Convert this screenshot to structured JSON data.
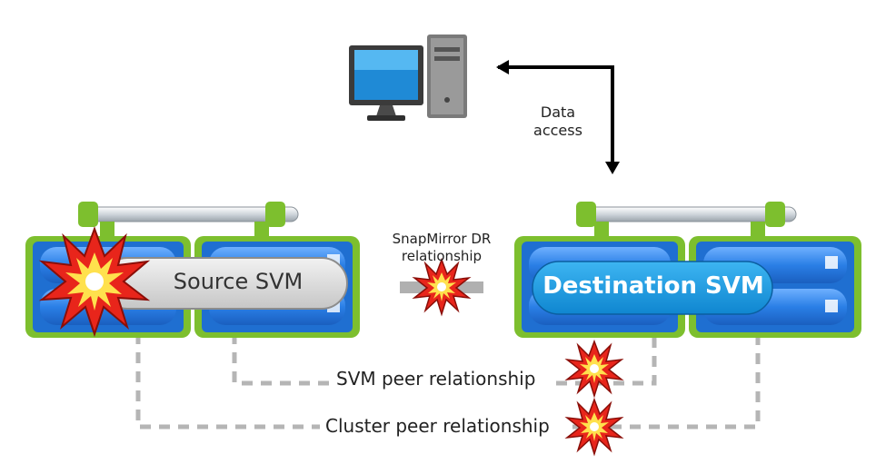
{
  "diagram": {
    "data_access_label": [
      "Data",
      "access"
    ],
    "snapmirror_label": [
      "SnapMirror DR",
      "relationship"
    ],
    "source_svm_label": "Source SVM",
    "destination_svm_label": "Destination SVM",
    "svm_peer_label": "SVM peer relationship",
    "cluster_peer_label": "Cluster peer relationship"
  },
  "colors": {
    "chassis_blue": "#1f6fd1",
    "chassis_green": "#7dbf2e",
    "destination_pill": "#1a9be0",
    "source_pill": "#d9d9d9",
    "dashed_line": "#b5b5b5",
    "burst_red": "#e8251b",
    "burst_yellow": "#ffe14d"
  },
  "icons": [
    "desktop-computer-icon",
    "explosion-icon"
  ]
}
